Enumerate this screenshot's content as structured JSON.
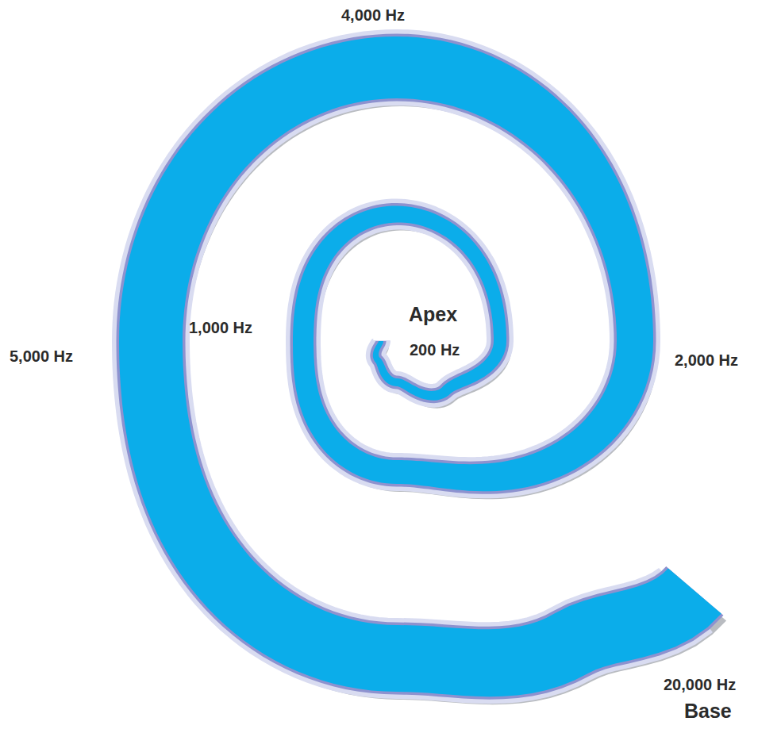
{
  "diagram": {
    "labels": [
      "4,000 Hz",
      "5,000 Hz",
      "1,000 Hz",
      "Apex",
      "200 Hz",
      "2,000 Hz",
      "20,000 Hz",
      "Base"
    ]
  }
}
